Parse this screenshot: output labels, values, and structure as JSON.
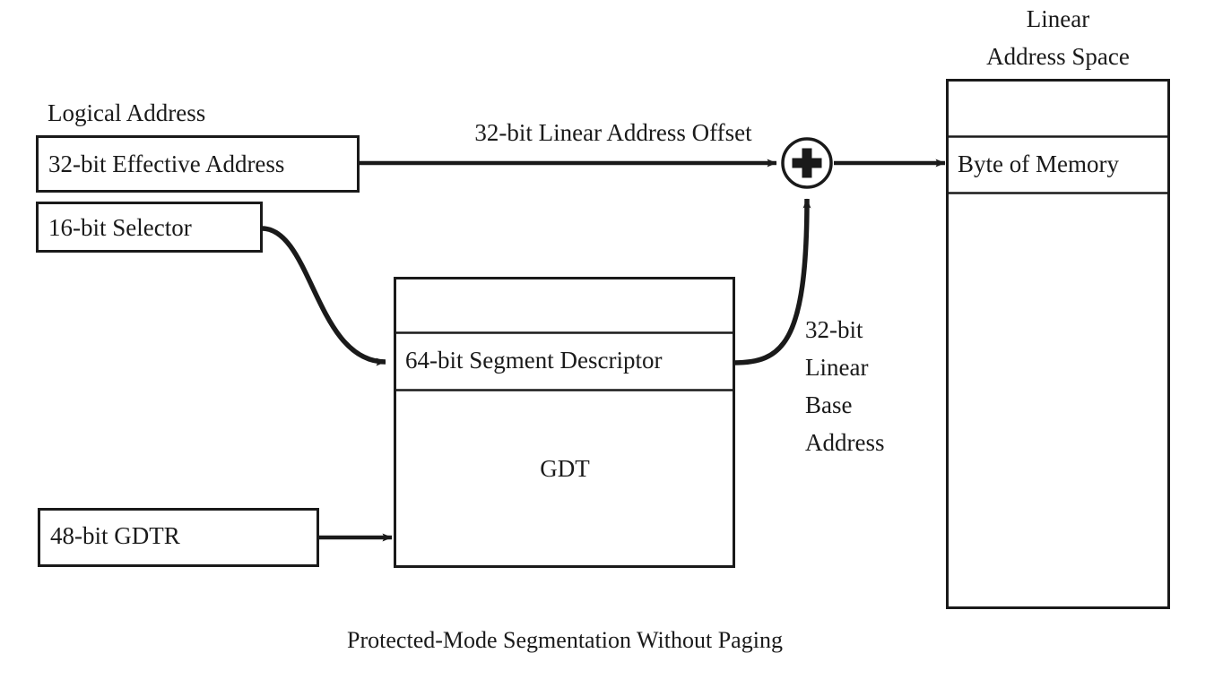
{
  "figure": {
    "caption": "Protected-Mode Segmentation Without Paging",
    "ink_color": "#1a1a1a",
    "background_color": "#ffffff"
  },
  "labels": {
    "logical_address": "Logical Address",
    "linear_address_space_line1": "Linear",
    "linear_address_space_line2": "Address Space",
    "offset_arrow": "32-bit Linear Address Offset",
    "base_address_line1": "32-bit",
    "base_address_line2": "Linear",
    "base_address_line3": "Base",
    "base_address_line4": "Address"
  },
  "boxes": {
    "effective_address": "32-bit Effective Address",
    "selector": "16-bit Selector",
    "segment_descriptor": "64-bit Segment Descriptor",
    "gdt": "GDT",
    "gdtr": "48-bit GDTR",
    "byte_of_memory": "Byte of Memory"
  },
  "icons": {
    "adder": "plus-circle-icon",
    "arrow_offset": "arrow-right-icon",
    "arrow_to_memory": "arrow-right-icon",
    "arrow_selector_to_descriptor": "curved-arrow-icon",
    "arrow_descriptor_to_adder": "curved-arrow-up-icon",
    "arrow_gdtr_to_gdt": "arrow-right-icon"
  }
}
